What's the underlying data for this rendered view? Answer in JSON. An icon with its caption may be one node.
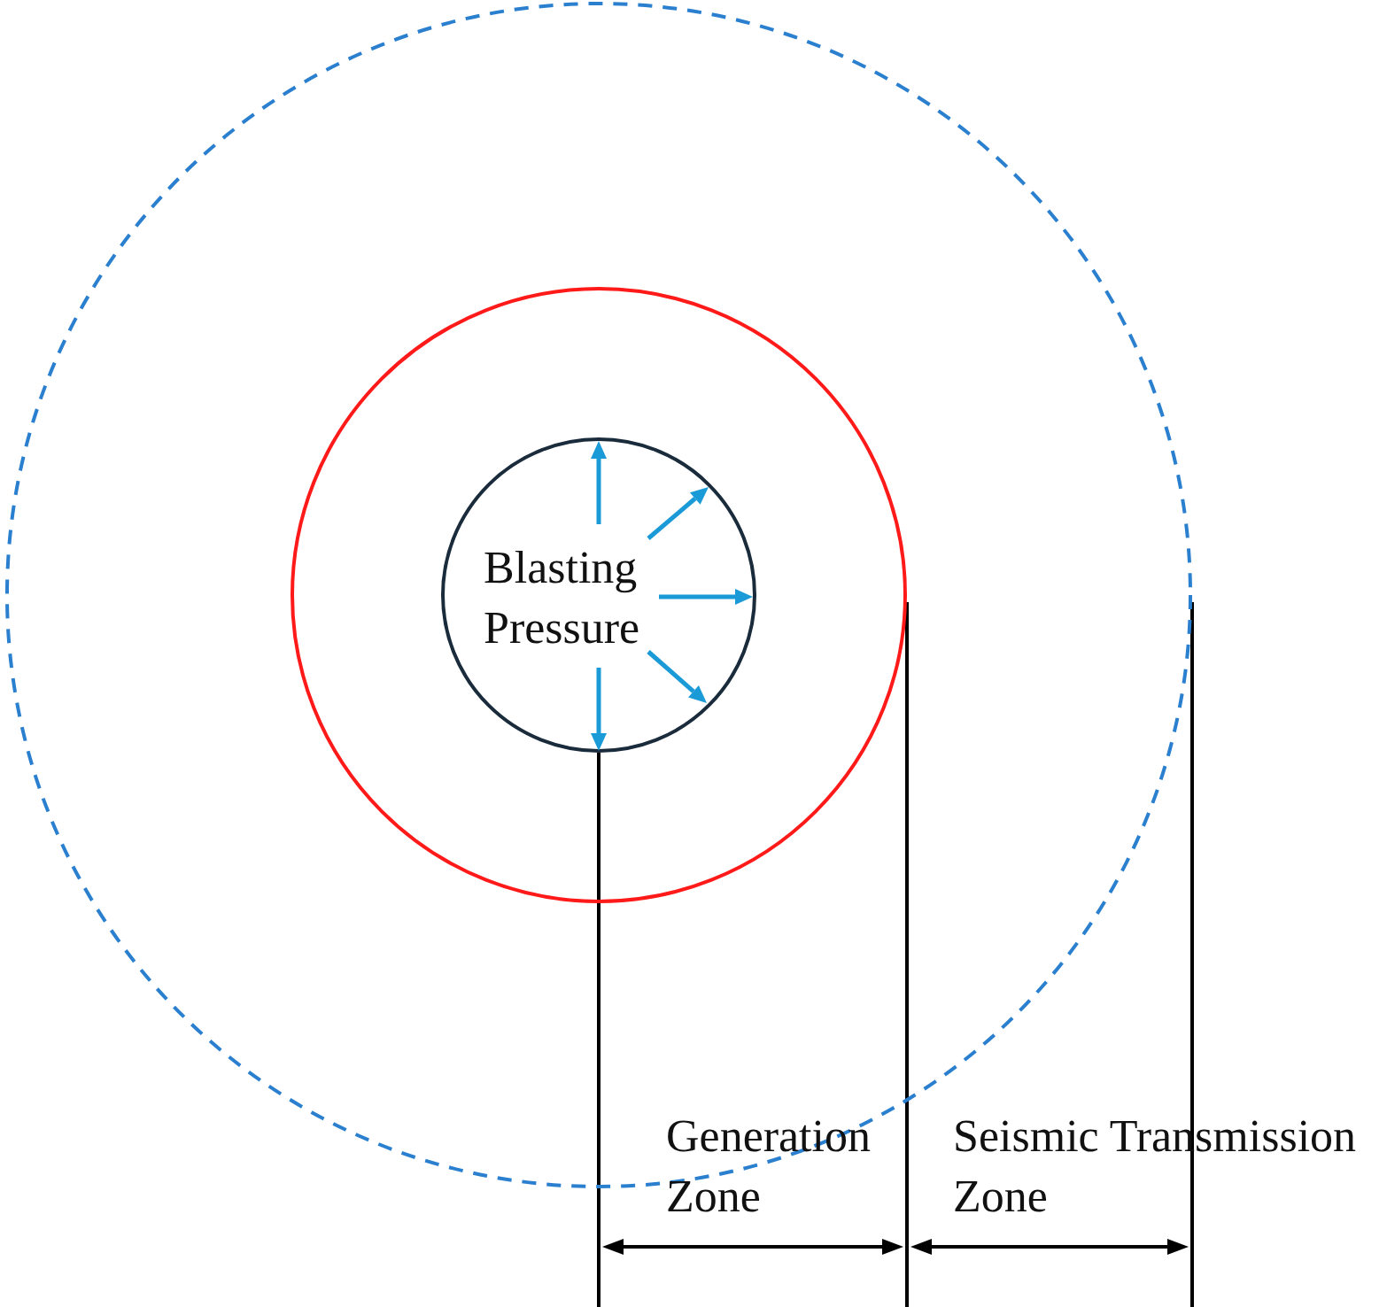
{
  "diagram": {
    "nodes": [
      {
        "text": [],
        "shape": "circle"
      },
      {
        "text": [],
        "shape": "circle",
        "in": 0
      },
      {
        "text": [
          "Blasting Pressure"
        ],
        "in": 1
      }
    ],
    "labels": [
      "Generation Zone",
      "Seismic Transmission Zone"
    ]
  }
}
